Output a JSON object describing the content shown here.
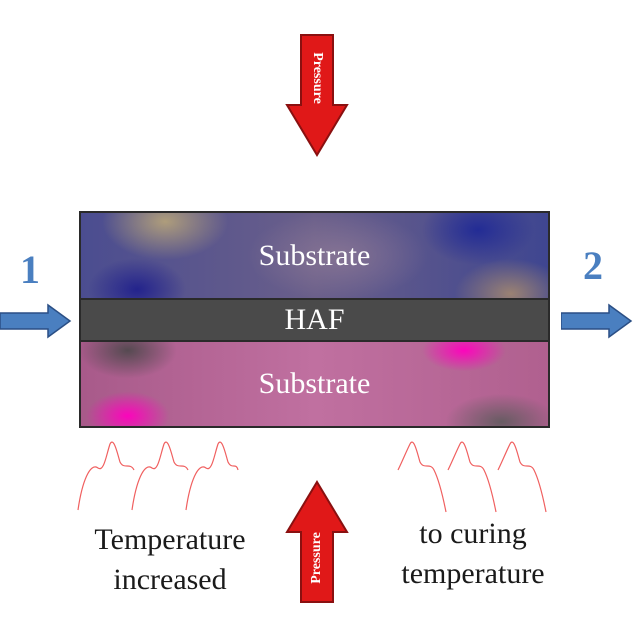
{
  "diagram": {
    "layers": {
      "top_substrate": "Substrate",
      "middle": "HAF",
      "bottom_substrate": "Substrate"
    },
    "pressure_top": "Pressure",
    "pressure_bottom": "Pressure",
    "label_left": "1",
    "label_right": "2",
    "caption_left_line1": "Temperature",
    "caption_left_line2": "increased",
    "caption_right_line1": "to curing",
    "caption_right_line2": "temperature"
  },
  "colors": {
    "pressure_arrow": "#e01818",
    "side_arrow": "#4a7fc0",
    "heat_waves": "#f06060",
    "haf_layer": "#4a4a4a"
  },
  "icons": {
    "pressure": "down-arrow / up-arrow",
    "flow": "right-arrow",
    "heat": "heat-wave-lines"
  }
}
